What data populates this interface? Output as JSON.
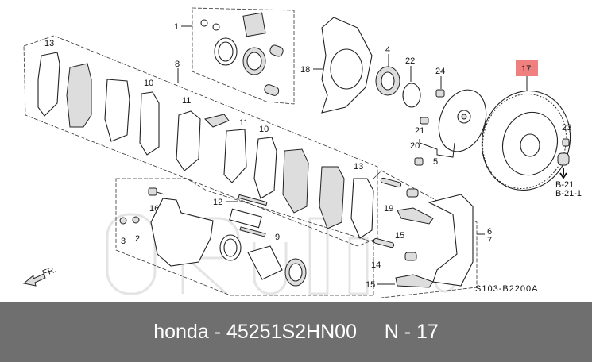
{
  "diagram": {
    "highlighted_part": "17",
    "highlight_color": "#f08080",
    "callouts": {
      "p1": "1",
      "p2": "2",
      "p3": "3",
      "p4": "4",
      "p5": "5",
      "p6": "6",
      "p7": "7",
      "p8": "8",
      "p9": "9",
      "p10a": "10",
      "p10b": "10",
      "p11a": "11",
      "p11b": "11",
      "p12": "12",
      "p13a": "13",
      "p13b": "13",
      "p14": "14",
      "p15a": "15",
      "p15b": "15",
      "p16": "16",
      "p17": "17",
      "p18": "18",
      "p19": "19",
      "p20": "20",
      "p21": "21",
      "p22": "22",
      "p23": "23",
      "p24": "24"
    },
    "refs": [
      "B-21",
      "B-21-1"
    ],
    "direction_label": "FR.",
    "diagram_code": "S103-B2200A",
    "watermark": "ORuli.ru"
  },
  "banner": {
    "text": "honda - 45251S2HN00     N - 17"
  }
}
